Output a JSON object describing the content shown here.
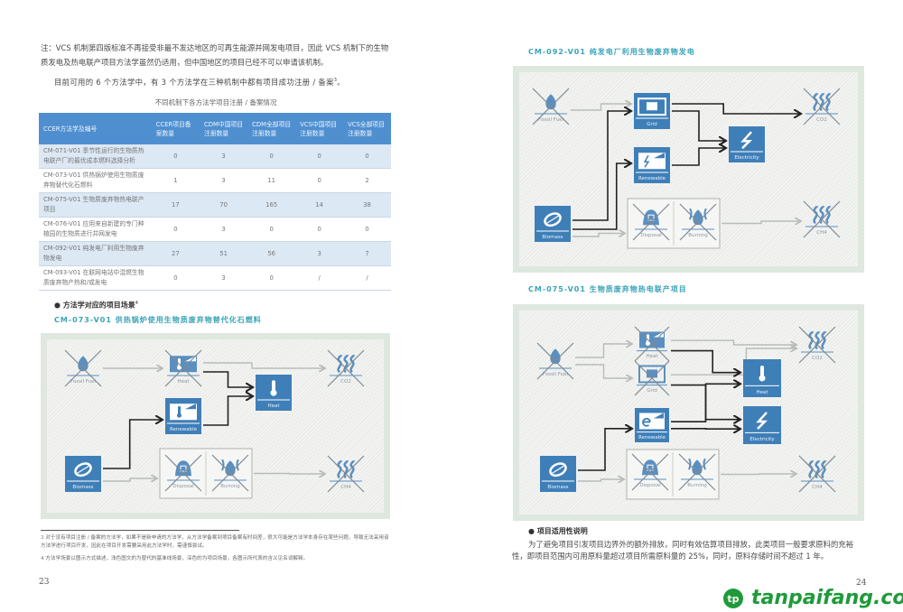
{
  "left_page": {
    "note": "注：VCS 机制第四版标准不再接受非最不发达地区的可再生能源并网发电项目，因此 VCS 机制下的生物质发电及热电联产项目方法学虽然仍适用，但中国地区的项目已经不可以申请该机制。",
    "intro": "目前可用的 6 个方法学中，有 3 个方法学在三种机制中都有项目成功注册 / 备案",
    "intro_sup": "3",
    "intro_end": "。",
    "table_caption": "不同机制下各方法学项目注册 / 备案情况",
    "table": {
      "headers": [
        "CCER方法学及编号",
        "CCER项目备案数量",
        "CDM中国项目注册数量",
        "CDM全部项目注册数量",
        "VCS中国项目注册数量",
        "VCS全部项目注册数量"
      ],
      "rows": [
        [
          "CM-071-V01 季节性运行的生物质热电联产厂的最优成本燃料选择分析",
          "0",
          "3",
          "0",
          "0",
          "0"
        ],
        [
          "CM-073-V01 供热锅炉使用生物质废弃物替代化石燃料",
          "1",
          "3",
          "11",
          "0",
          "2"
        ],
        [
          "CM-075-V01 生物质废弃物热电联产项目",
          "17",
          "70",
          "165",
          "14",
          "38"
        ],
        [
          "CM-076-V01 应用来自新建的专门种植园的生物质进行并网发电",
          "0",
          "3",
          "0",
          "0",
          "0"
        ],
        [
          "CM-092-V01 纯发电厂利用生物废弃物发电",
          "27",
          "51",
          "56",
          "3",
          "7"
        ],
        [
          "CM-093-V01 在联网电站中混燃生物质废弃物产热和/或发电",
          "0",
          "3",
          "0",
          "/",
          "/"
        ]
      ]
    },
    "scenario_heading": "方法学对应的项目场景",
    "scenario_sup": "4",
    "footnotes": [
      "3 对于没有项目注册 / 备案的方法学，如果不是新申请的方法学，从方法学备案到项目备案有时间差，很大可能是方法学本身存在某些问题，导致无法采用该方法学进行项目开发，因此在项目开发需要采用此方法学时，需谨慎尝试。",
      "4 方法学场景以图示方式描述，浅色图文的为替代的基准线场景，深色的为项目场景，各图示所代表的含义见名词解释。"
    ],
    "page_number": "23"
  },
  "right_page": {
    "applicability_heading": "项目适用性说明",
    "applicability_text": "为了避免项目引发项目边界外的额外排放，同时有效估算项目排放，此类项目一般要求原料的充裕性，即项目范围内可用原料量超过项目所需原料量的 25%，同时，原料存储时间不超过 1 年。",
    "page_number": "24",
    "watermark": "tanpaifang.com"
  },
  "diagrams": [
    {
      "title": "CM-073-V01 供热锅炉使用生物质废弃物替代化石燃料",
      "labels": {
        "fossil": "Fossil Fuel",
        "heatx": "Heat",
        "co2": "CO2",
        "heat": "Heat",
        "renew": "Renewable",
        "biomass": "Biomass",
        "disposal": "Disposal",
        "burning": "Burning",
        "ch4": "CH4"
      }
    },
    {
      "title": "CM-092-V01 纯发电厂利用生物废弃物发电",
      "labels": {
        "fossil": "Fossil Fuel",
        "grid": "Grid",
        "co2": "CO2",
        "elec": "Electricity",
        "renew": "Renewable",
        "biomass": "Biomass",
        "disposal": "Disposal",
        "burning": "Burning",
        "ch4": "CH4"
      }
    },
    {
      "title": "CM-075-V01 生物质废弃物热电联产项目",
      "labels": {
        "fossil": "Fossil Fuel",
        "heatx": "Heat",
        "gridx": "Grid",
        "co2": "CO2",
        "heat": "Heat",
        "renew": "Renewable",
        "elec": "Electricity",
        "biomass": "Biomass",
        "disposal": "Disposal",
        "burning": "Burning",
        "ch4": "CH4"
      }
    }
  ],
  "colors": {
    "node_dark": "#3f7fb8",
    "node_light": "#5b8fc0",
    "title": "#3aa3b8",
    "table_header": "#4f8fd0",
    "watermark": "#1f9a3a"
  }
}
